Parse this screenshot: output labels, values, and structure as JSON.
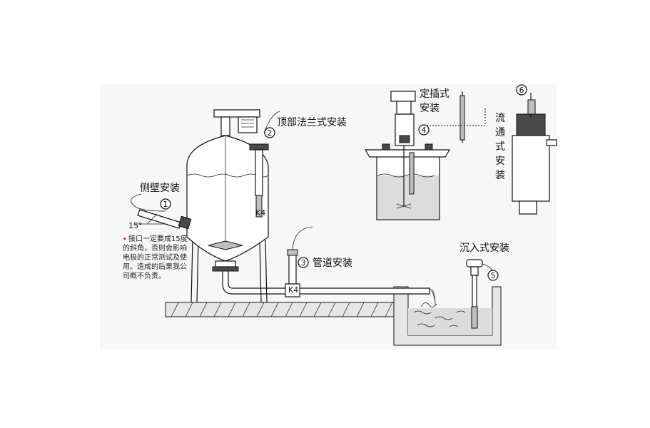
{
  "labels": {
    "side_wall": "侧壁安装",
    "top_flange": "顶部法兰式安装",
    "pipeline": "管道安装",
    "fixed_insert_line1": "定插式",
    "fixed_insert_line2": "安装",
    "flow_through": [
      "流",
      "通",
      "式",
      "安",
      "装"
    ],
    "immersion": "沉入式安装"
  },
  "markers": [
    "1",
    "2",
    "3",
    "4",
    "5",
    "6"
  ],
  "angle_label": "15°",
  "note_lines": [
    "接口一定要成15度",
    "的斜角，否则会影响",
    "电极的正常测试及使",
    "用。造成的后果我公",
    "司概不负责。"
  ],
  "note_bullet": "•"
}
